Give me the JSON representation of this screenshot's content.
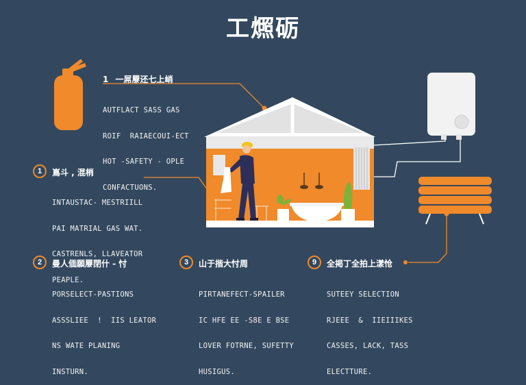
{
  "title": "工燳砺",
  "colors": {
    "background": "#33485e",
    "accent": "#f08a2b",
    "house_wall": "#f08a2b",
    "roof": "#e6e6e6"
  },
  "icons": [
    "fire-extinguisher-icon",
    "water-heater-icon",
    "radiator-icon",
    "worker-figure",
    "sink-icon",
    "plant-icon"
  ],
  "items": [
    {
      "number": "1",
      "heading": "一屌屪还七上峭",
      "lines": [
        "AUTFLACT SASS GAS",
        "ROIF  RAIAECOUI-ECT",
        "HOT -SAFETY - OPLE",
        "CONFACTUONS."
      ]
    },
    {
      "number": "1",
      "heading": "嶌斗 ,  混梢",
      "lines": [
        "INTAUSTAC- MESTRIILL",
        "PAI MATRIAL GAS WAT.",
        "CASTRENLS, LLAVEATOR",
        "PEAPLE."
      ]
    },
    {
      "number": "2",
      "heading": "曼人偭願屪閉什 - 忖",
      "lines": [
        "PORSELECT-PASTIONS",
        "ASSSLIEE  !  IIS LEATOR",
        "NS WATE PLANING",
        "INSTURN."
      ]
    },
    {
      "number": "3",
      "heading": "山于揩大忖周",
      "lines": [
        "PIRTANEFECT-SPAILER",
        "IC HFE EE -S8E E BSE",
        "LOVER FOTRNE, SUFETTY",
        "HUSIGUS."
      ]
    },
    {
      "number": "9",
      "heading": "全掲丁全拍上漾怆",
      "lines": [
        "SUTEEY SELECTION",
        "RJEEE  &  IIEIIIKES",
        "CASSES, LACK, TASS",
        "ELECTTURE."
      ]
    }
  ]
}
